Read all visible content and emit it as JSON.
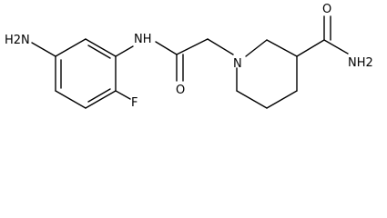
{
  "molecule": {
    "labels": {
      "amine": "H2N",
      "amide_nh": "NH",
      "amide_o": "O",
      "ring_n": "N",
      "carboxamide_o": "O",
      "carboxamide_nh2": "NH2",
      "fluorine": "F"
    }
  }
}
